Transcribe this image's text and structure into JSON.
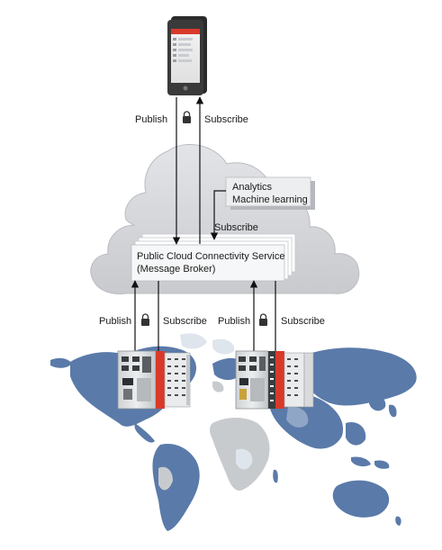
{
  "diagram": {
    "phone_title": "",
    "top_labels": {
      "publish": "Publish",
      "subscribe": "Subscribe"
    },
    "analytics": {
      "line1": "Analytics",
      "line2": "Machine learning"
    },
    "analytics_subscribe": "Subscribe",
    "broker": {
      "line1": "Public Cloud Connectivity Service",
      "line2": "(Message Broker)"
    },
    "left_labels": {
      "publish": "Publish",
      "subscribe": "Subscribe"
    },
    "right_labels": {
      "publish": "Publish",
      "subscribe": "Subscribe"
    },
    "colors": {
      "cloud": "#d4d6da",
      "map_blue": "#5878a8",
      "map_light": "#dfe5ec",
      "map_grey": "#c8cbce",
      "accent_red": "#d83a2a",
      "arrow": "#111111"
    },
    "icons": [
      "smartphone-icon",
      "lock-icon",
      "controller-device-icon",
      "world-map"
    ]
  }
}
